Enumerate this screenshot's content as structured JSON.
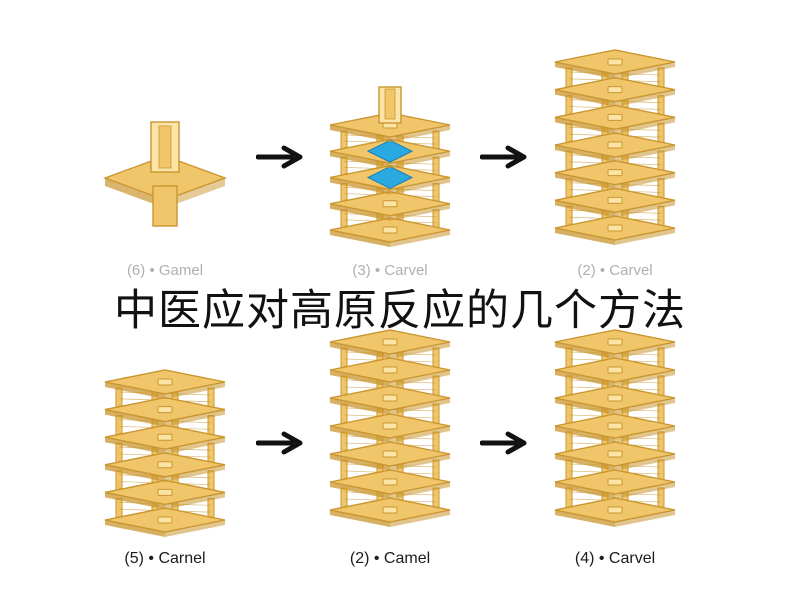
{
  "headline": "中医应对高原反应的几个方法",
  "rows": [
    {
      "panels": [
        {
          "label": "(6) • Gamel",
          "stage": "base"
        },
        {
          "label": "(3) • Carvel",
          "stage": "partial",
          "levels": 4,
          "highlighted_levels": [
            1,
            2
          ],
          "has_post": true
        },
        {
          "label": "(2) • Carvel",
          "stage": "tower",
          "levels": 6
        }
      ]
    },
    {
      "panels": [
        {
          "label": "(5) • Carnel",
          "stage": "tower",
          "levels": 5
        },
        {
          "label": "(2) • Camel",
          "stage": "tower",
          "levels": 6
        },
        {
          "label": "(4) • Carvel",
          "stage": "tower",
          "levels": 6
        }
      ]
    }
  ],
  "colors": {
    "wood": "#f1c56a",
    "wood_dark": "#c9962f",
    "wood_light": "#fbe4a6",
    "highlight": "#2aa8e0",
    "arrow": "#111111"
  },
  "icons": {
    "arrow": "right-arrow-icon"
  }
}
